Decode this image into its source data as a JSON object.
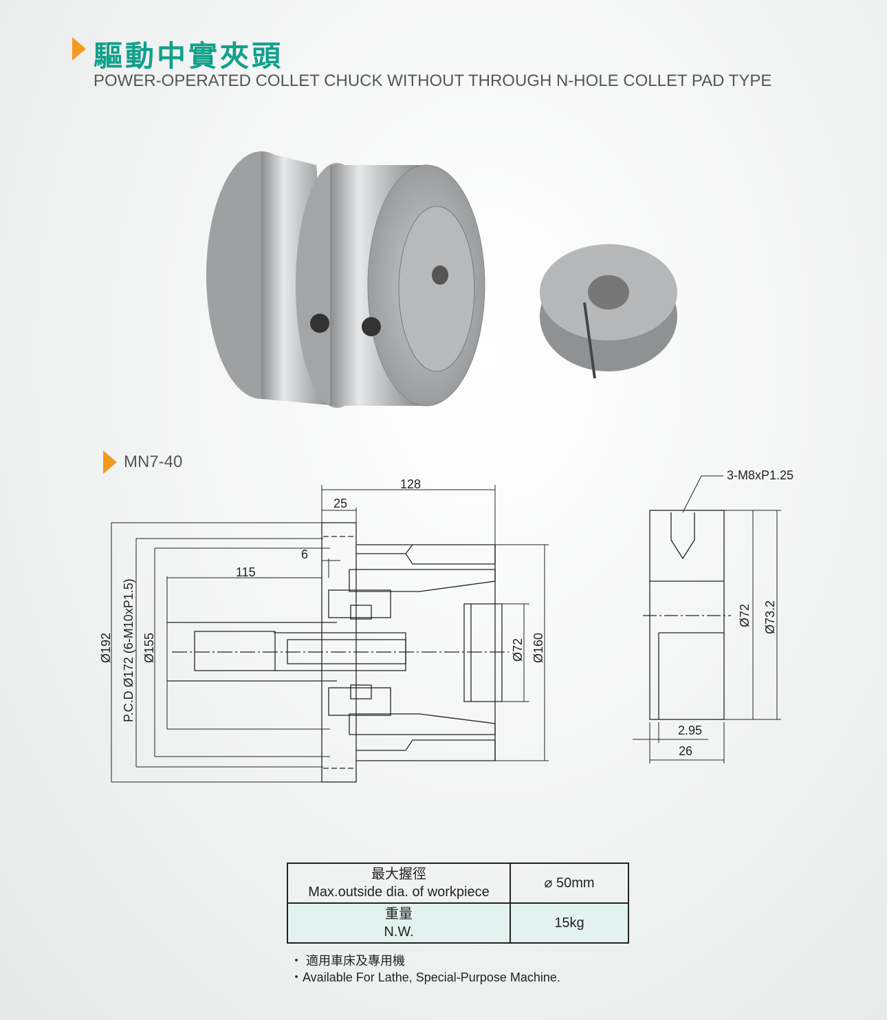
{
  "header": {
    "title_cn": "驅動中實夾頭",
    "title_en": "POWER-OPERATED COLLET CHUCK WITHOUT THROUGH N-HOLE COLLET PAD TYPE"
  },
  "model": "MN7-40",
  "colors": {
    "accent": "#12a08a",
    "marker": "#f39a1e",
    "row_alt": "#e2f3ef"
  },
  "drawing": {
    "main": {
      "d128": "128",
      "d25": "25",
      "d6": "6",
      "d115": "115",
      "d192": "Ø192",
      "pcd": "P.C.D Ø172 (6-M10xP1.5)",
      "d155": "Ø155",
      "d72": "Ø72",
      "d160": "Ø160"
    },
    "side": {
      "thread": "3-M8xP1.25",
      "d72": "Ø72",
      "d73": "Ø73.2",
      "d295": "2.95",
      "d26": "26"
    }
  },
  "specs": [
    {
      "label_cn": "最大握徑",
      "label_en": "Max.outside dia. of workpiece",
      "value": "⌀ 50mm"
    },
    {
      "label_cn": "重量",
      "label_en": "N.W.",
      "value": "15kg"
    }
  ],
  "notes": [
    "・ 適用車床及專用機",
    "・Available For Lathe, Special-Purpose Machine."
  ]
}
